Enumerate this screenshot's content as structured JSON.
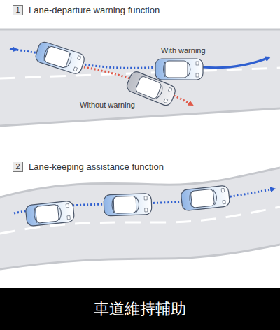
{
  "diagram": {
    "caption": "車道維持輔助",
    "nodes": [
      {
        "text": [
          "1",
          "Lane-departure warning function"
        ]
      },
      {
        "text": [
          "2",
          "Lane-keeping assistance function"
        ]
      }
    ],
    "labels": [
      "With warning",
      "Without warning"
    ]
  }
}
